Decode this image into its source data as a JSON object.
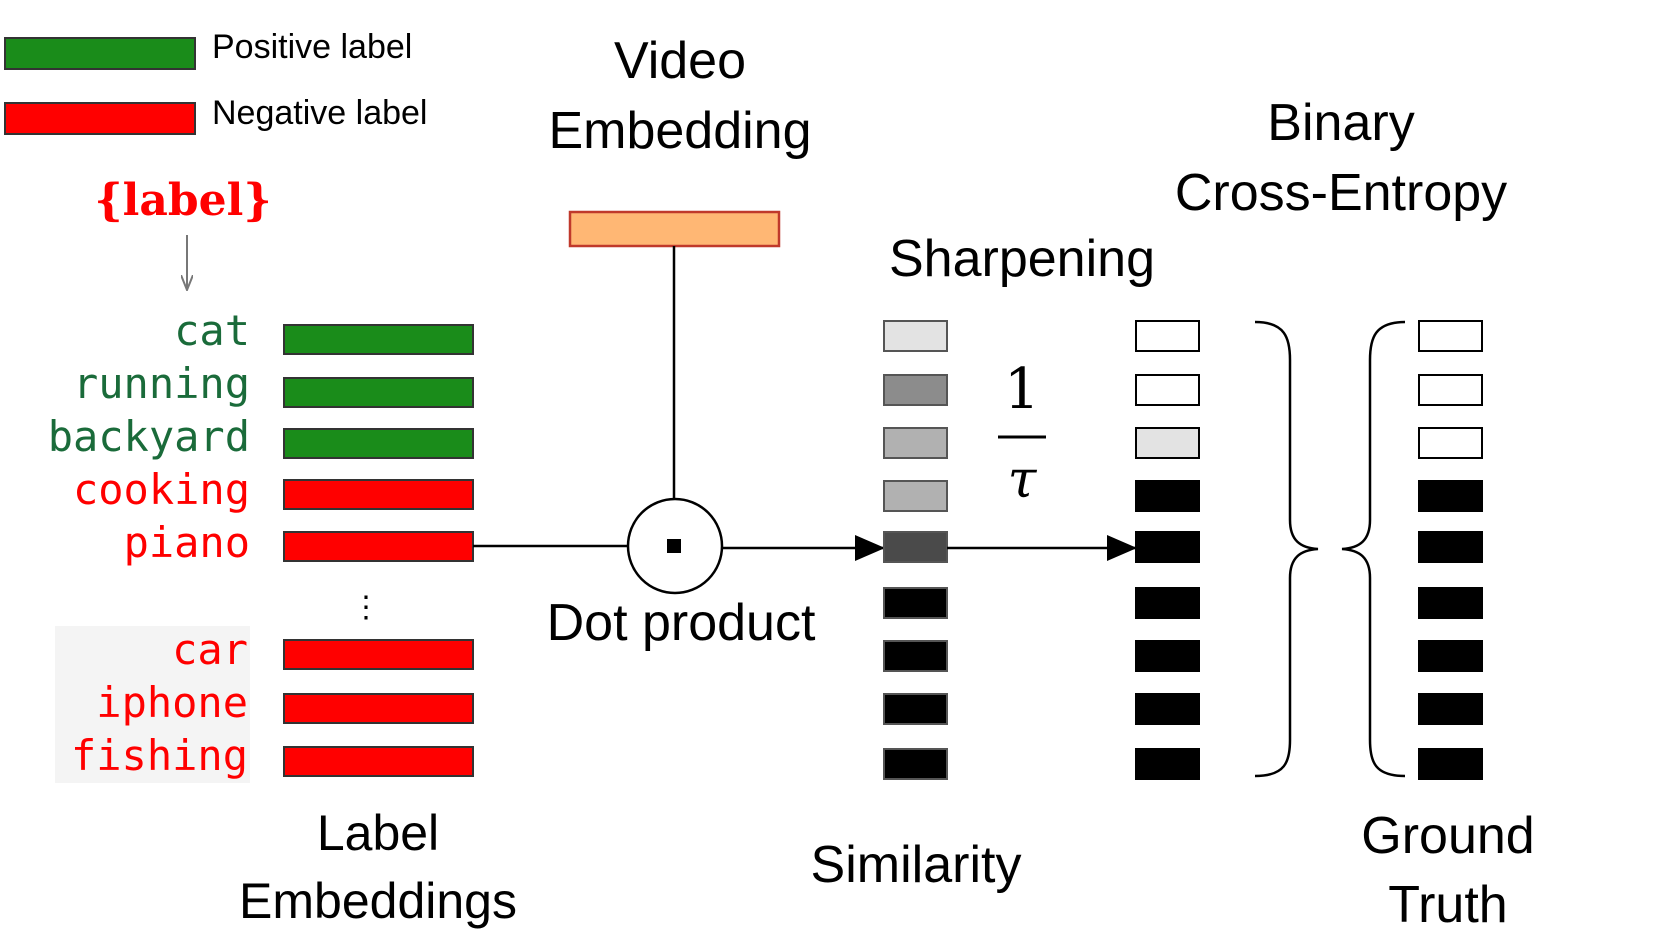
{
  "legend": {
    "positive": {
      "label": "Positive label",
      "color": "#1a8c1a"
    },
    "negative": {
      "label": "Negative label",
      "color": "#ff0000"
    }
  },
  "template_token": "{label}",
  "labels": [
    {
      "text": "cat",
      "kind": "positive"
    },
    {
      "text": "running",
      "kind": "positive"
    },
    {
      "text": "backyard",
      "kind": "positive"
    },
    {
      "text": "cooking",
      "kind": "negative"
    },
    {
      "text": "piano",
      "kind": "negative"
    },
    {
      "text": "car",
      "kind": "negative"
    },
    {
      "text": "iphone",
      "kind": "negative"
    },
    {
      "text": "fishing",
      "kind": "negative"
    }
  ],
  "ellipsis": "⋮",
  "titles": {
    "video_embedding_1": "Video",
    "video_embedding_2": "Embedding",
    "label_embeddings_1": "Label",
    "label_embeddings_2": "Embeddings",
    "dot_product": "Dot product",
    "similarity": "Similarity",
    "sharpening": "Sharpening",
    "bce_1": "Binary",
    "bce_2": "Cross-Entropy",
    "ground_truth_1": "Ground",
    "ground_truth_2": "Truth"
  },
  "fraction": {
    "numerator": "1",
    "denominator": "τ"
  },
  "colors": {
    "video_embedding_fill": "#ffb774",
    "video_embedding_border": "#c0392b",
    "positive_text": "#1a6b3a",
    "negative_text": "#ff0000"
  },
  "similarity_column": [
    "#e3e3e3",
    "#8c8c8c",
    "#b1b1b1",
    "#b1b1b1",
    "#4a4a4a",
    "#000000",
    "#000000",
    "#000000",
    "#000000"
  ],
  "sharpened_column": [
    "#ffffff",
    "#ffffff",
    "#e3e3e3",
    "#000000",
    "#000000",
    "#000000",
    "#000000",
    "#000000",
    "#000000"
  ],
  "ground_truth_column": [
    "#ffffff",
    "#ffffff",
    "#ffffff",
    "#000000",
    "#000000",
    "#000000",
    "#000000",
    "#000000",
    "#000000"
  ]
}
